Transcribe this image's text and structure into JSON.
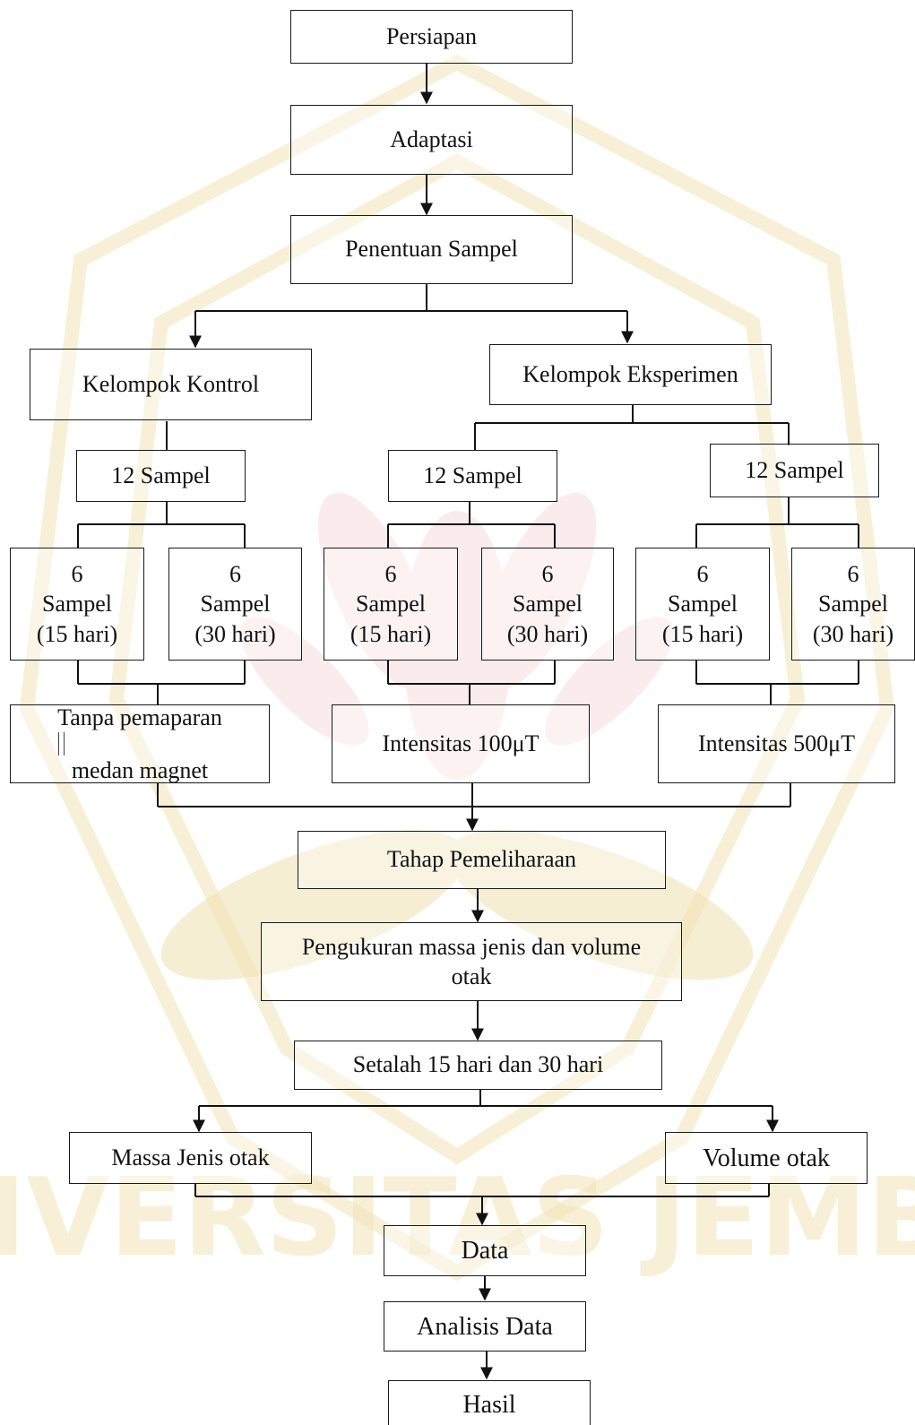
{
  "watermark": {
    "text": "UNIVERSITAS JEMBER",
    "color": "#e9d9a0"
  },
  "nodes": {
    "persiapan": "Persiapan",
    "adaptasi": "Adaptasi",
    "penentuan": "Penentuan Sampel",
    "kontrol": "Kelompok Kontrol",
    "eksperimen": "Kelompok Eksperimen",
    "sampel_12_a": "12 Sampel",
    "sampel_12_b": "12 Sampel",
    "sampel_12_c": "12 Sampel",
    "six_groups": [
      {
        "n": "6",
        "label": "Sampel",
        "days": "(15 hari)"
      },
      {
        "n": "6",
        "label": "Sampel",
        "days": "(30 hari)"
      },
      {
        "n": "6",
        "label": "Sampel",
        "days": "(15 hari)"
      },
      {
        "n": "6",
        "label": "Sampel",
        "days": "(30 hari)"
      },
      {
        "n": "6",
        "label": "Sampel",
        "days": "(15 hari)"
      },
      {
        "n": "6",
        "label": "Sampel",
        "days": "(30 hari)"
      }
    ],
    "tanpa_line1": "Tanpa pemaparan",
    "tanpa_line2": "medan magnet",
    "intensitas_100": "Intensitas 100μT",
    "intensitas_500": "Intensitas 500μT",
    "pemeliharaan": "Tahap Pemeliharaan",
    "pengukuran_line1": "Pengukuran massa jenis dan volume",
    "pengukuran_line2": "otak",
    "setelah": "Setalah 15 hari dan 30 hari",
    "massa_jenis": "Massa Jenis otak",
    "volume": "Volume otak",
    "data": "Data",
    "analisis": "Analisis Data",
    "hasil": "Hasil"
  }
}
